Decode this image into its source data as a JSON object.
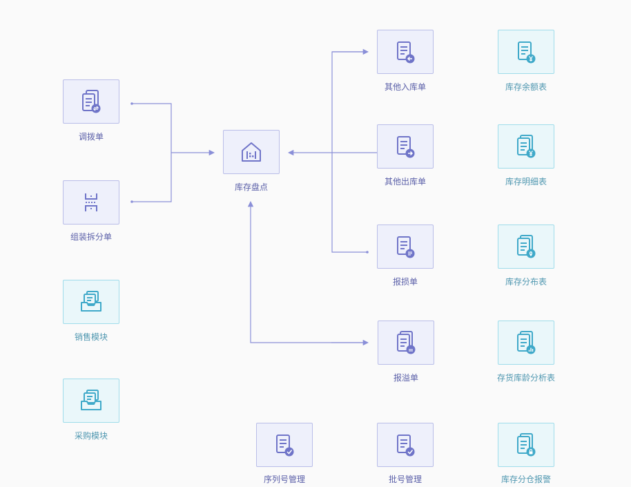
{
  "nodes": {
    "transfer": {
      "label": "调拨单",
      "icon": "transfer-doc-icon"
    },
    "assembly": {
      "label": "组装拆分单",
      "icon": "assembly-icon"
    },
    "sales": {
      "label": "销售模块",
      "icon": "inbox-tray-icon"
    },
    "purchase": {
      "label": "采购模块",
      "icon": "inbox-tray-icon"
    },
    "stocktake": {
      "label": "库存盘点",
      "icon": "warehouse-icon"
    },
    "other_in": {
      "label": "其他入库单",
      "icon": "doc-in-icon"
    },
    "other_out": {
      "label": "其他出库单",
      "icon": "doc-out-icon"
    },
    "damage": {
      "label": "报损单",
      "icon": "doc-damage-icon"
    },
    "overflow": {
      "label": "报溢单",
      "icon": "doc-overflow-icon"
    },
    "serial": {
      "label": "序列号管理",
      "icon": "doc-check-icon"
    },
    "batch": {
      "label": "批号管理",
      "icon": "doc-check-icon"
    },
    "balance": {
      "label": "库存余额表",
      "icon": "doc-yen-icon"
    },
    "detail": {
      "label": "库存明细表",
      "icon": "doc-yen-icon"
    },
    "distribution": {
      "label": "库存分布表",
      "icon": "doc-location-icon"
    },
    "aging": {
      "label": "存货库龄分析表",
      "icon": "doc-chart-icon"
    },
    "alert": {
      "label": "库存分仓报警",
      "icon": "doc-lock-icon"
    }
  },
  "colors": {
    "purple": "#6f74c8",
    "cyan": "#3fa9c9",
    "line": "#8a8fd8"
  }
}
